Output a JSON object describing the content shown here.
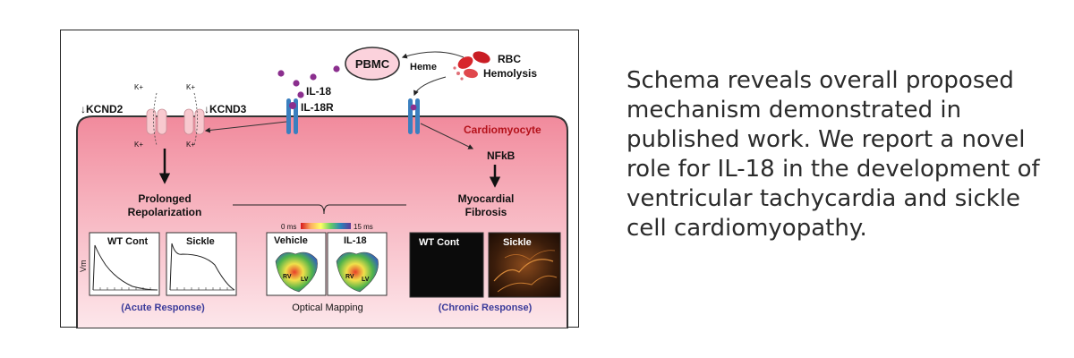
{
  "diagram": {
    "labels": {
      "pbmc": "PBMC",
      "heme": "Heme",
      "rbc": "RBC",
      "hemolysis": "Hemolysis",
      "il18": "IL-18",
      "il18r": "IL-18R",
      "k_plus": "K+",
      "kcnd2": "↓KCND2",
      "kcnd3": "↓KCND3",
      "cardiomyocyte": "Cardiomyocyte",
      "nfkb": "NFkB",
      "prolonged": "Prolonged",
      "repolarization": "Repolarization",
      "myocardial": "Myocardial",
      "fibrosis": "Fibrosis",
      "vm": "Vm",
      "wt_cont": "WT Cont",
      "sickle": "Sickle",
      "vehicle": "Vehicle",
      "il18_panel": "IL-18",
      "rv": "RV",
      "lv": "LV",
      "scale_min": "0 ms",
      "scale_max": "15 ms",
      "acute": "(Acute Response)",
      "optical": "Optical Mapping",
      "chronic": "(Chronic Response)"
    }
  },
  "caption": "Schema reveals overall proposed mechanism demonstrated in published work. We report a novel role for IL-18 in the development of ventricular tachycardia and sickle cell cardiomyopathy.",
  "colors": {
    "cell_fill": "#f5a3b0",
    "cell_edge": "#fde4e8",
    "receptor": "#3a7fbf",
    "il18_dot": "#8b2f8e",
    "rbc": "#d8262c",
    "response_label": "#3b3b9a"
  }
}
